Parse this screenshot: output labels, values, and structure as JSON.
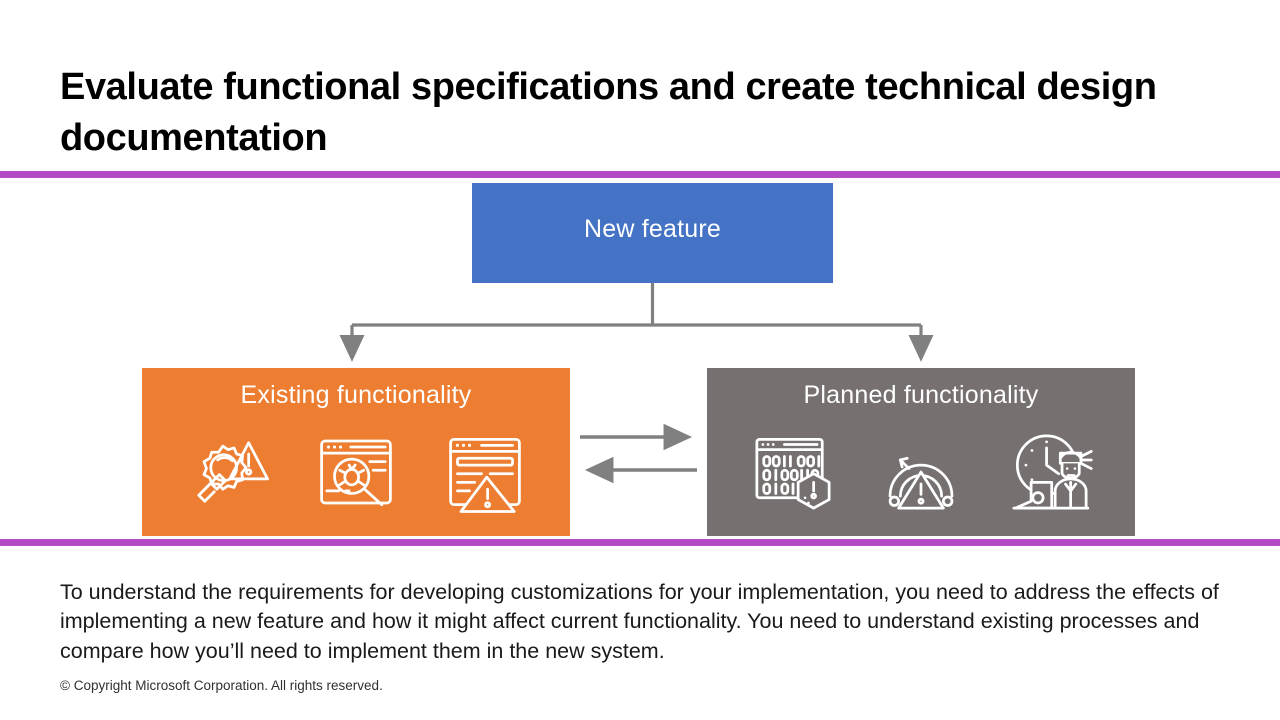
{
  "slide": {
    "title": "Evaluate functional specifications and create technical design documentation",
    "body": "To understand the requirements for developing customizations for your implementation, you need to address the effects of implementing a new feature and how it might affect current functionality. You need to understand existing processes and compare how you’ll need to implement them in the new system.",
    "footer": "© Copyright Microsoft Corporation. All rights reserved."
  },
  "colors": {
    "accent_rule": "#B34BC4",
    "node_new_feature": "#4472C4",
    "node_existing": "#ED7D31",
    "node_planned": "#767070",
    "connector": "#808080",
    "icon_stroke": "#FFFFFF",
    "title_text": "#000000",
    "body_text": "#1A1A1A"
  },
  "diagram": {
    "type": "hierarchy",
    "root": {
      "id": "new-feature",
      "label": "New feature",
      "color": "#4472C4"
    },
    "children": [
      {
        "id": "existing-functionality",
        "label": "Existing functionality",
        "color": "#ED7D31",
        "icons": [
          "gear-chain-warning-icon",
          "browser-bug-magnifier-icon",
          "document-warning-icon"
        ]
      },
      {
        "id": "planned-functionality",
        "label": "Planned functionality",
        "color": "#767070",
        "icons": [
          "binary-code-window-icon",
          "gauge-warning-icon",
          "clock-person-laptop-icon"
        ]
      }
    ],
    "connectors": [
      {
        "name": "root-to-existing",
        "style": "elbow-arrow",
        "direction": "down"
      },
      {
        "name": "root-to-planned",
        "style": "elbow-arrow",
        "direction": "down"
      },
      {
        "name": "existing-to-planned",
        "style": "straight-arrow",
        "direction": "right"
      },
      {
        "name": "planned-to-existing",
        "style": "straight-arrow",
        "direction": "left"
      }
    ]
  }
}
